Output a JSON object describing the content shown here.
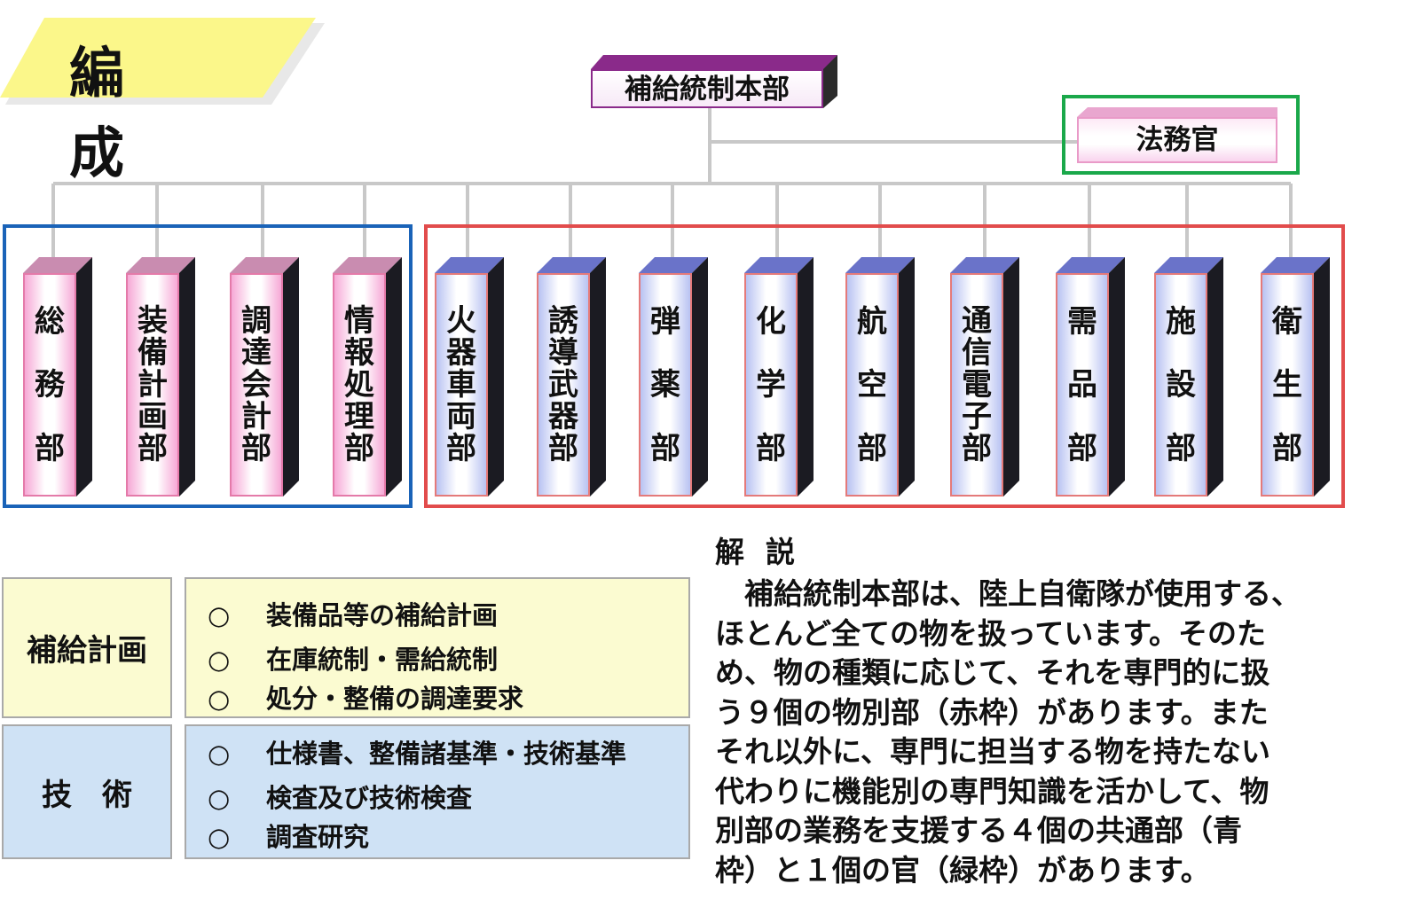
{
  "title": "編　成",
  "hq": "補給統制本部",
  "legal": "法務官",
  "common_departments": [
    {
      "chars": [
        "総",
        "務",
        "部"
      ]
    },
    {
      "chars": [
        "装",
        "備",
        "計",
        "画",
        "部"
      ]
    },
    {
      "chars": [
        "調",
        "達",
        "会",
        "計",
        "部"
      ]
    },
    {
      "chars": [
        "情",
        "報",
        "処",
        "理",
        "部"
      ]
    }
  ],
  "item_departments": [
    {
      "chars": [
        "火",
        "器",
        "車",
        "両",
        "部"
      ]
    },
    {
      "chars": [
        "誘",
        "導",
        "武",
        "器",
        "部"
      ]
    },
    {
      "chars": [
        "弾",
        "薬",
        "部"
      ]
    },
    {
      "chars": [
        "化",
        "学",
        "部"
      ]
    },
    {
      "chars": [
        "航",
        "空",
        "部"
      ]
    },
    {
      "chars": [
        "通",
        "信",
        "電",
        "子",
        "部"
      ]
    },
    {
      "chars": [
        "需",
        "品",
        "部"
      ]
    },
    {
      "chars": [
        "施",
        "設",
        "部"
      ]
    },
    {
      "chars": [
        "衛",
        "生",
        "部"
      ]
    }
  ],
  "functions": [
    {
      "category": "補給計画",
      "items": [
        "装備品等の補給計画",
        "在庫統制・需給統制",
        "処分・整備の調達要求"
      ]
    },
    {
      "category": "技　術",
      "items": [
        "仕様書、整備諸基準・技術基準",
        "検査及び技術検査",
        "調査研究"
      ]
    }
  ],
  "bullet": "○",
  "explanation": {
    "title": "解説",
    "lines": [
      "　補給統制本部は、陸上自衛隊が使用する、",
      "ほとんど全ての物を扱っています。そのた",
      "め、物の種類に応じて、それを専門的に扱",
      "う９個の物別部（赤枠）があります。また",
      "それ以外に、専門に担当する物を持たない",
      "代わりに機能別の専門知識を活かして、物",
      "別部の業務を支援する４個の共通部（青",
      "枠）と１個の官（緑枠）があります。"
    ]
  },
  "colors": {
    "common_frame": "#1a63b8",
    "item_frame": "#e24c4c",
    "legal_frame": "#1aa84a",
    "hq_accent": "#8a2a8a",
    "banner": "#fbf78a"
  }
}
